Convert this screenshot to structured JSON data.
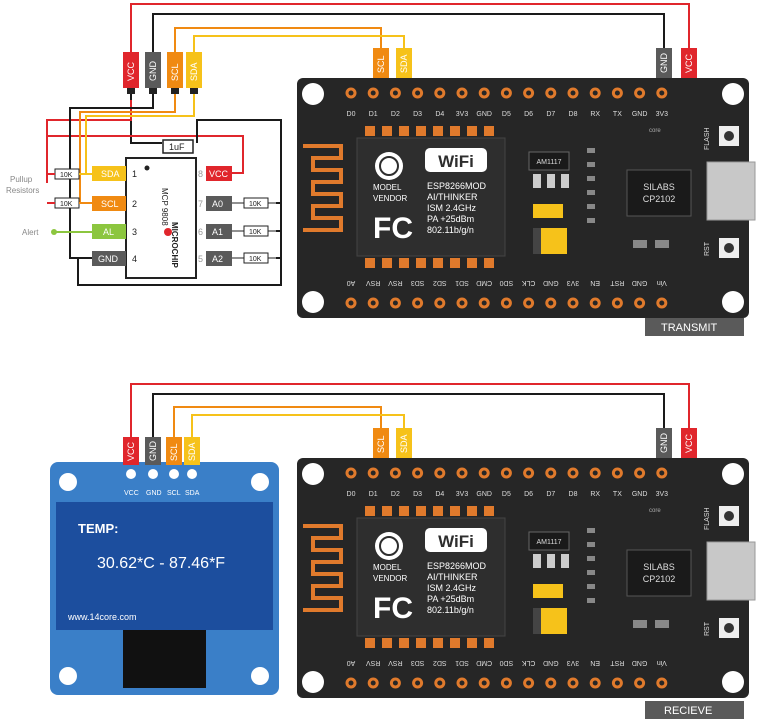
{
  "wire_labels": {
    "vcc": "VCC",
    "gnd": "GND",
    "scl": "SCL",
    "sda": "SDA"
  },
  "colors": {
    "vcc": "#e0262c",
    "gnd": "#1a1a1a",
    "scl": "#f08a12",
    "sda": "#f6c21a",
    "board": "#262626",
    "oled_frame": "#3a7fc8",
    "oled_screen": "#1c4e9e",
    "label_box": "#5a5a5a"
  },
  "nodemcu": {
    "top_pins": [
      "D0",
      "D1",
      "D2",
      "D3",
      "D4",
      "3V3",
      "GND",
      "D5",
      "D6",
      "D7",
      "D8",
      "RX",
      "TX",
      "GND",
      "3V3"
    ],
    "bottom_pins": [
      "A0",
      "RSV",
      "RSV",
      "SD3",
      "SD2",
      "SD1",
      "CMD",
      "SD0",
      "CLK",
      "GND",
      "3V3",
      "EN",
      "RST",
      "GND",
      "Vin"
    ],
    "wifi": "WiFi",
    "module_model": "MODEL",
    "module_vendor": "VENDOR",
    "fcc": "FC",
    "module_lines": [
      "ESP8266MOD",
      "AI/THINKER",
      "ISM 2.4GHz",
      "PA +25dBm",
      "802.11b/g/n"
    ],
    "regulator": "AM1117",
    "usb_chip_1": "SILABS",
    "usb_chip_2": "CP2102",
    "flash": "FLASH",
    "rst": "RST",
    "logo": "core"
  },
  "transmit_label": "TRANSMIT",
  "receive_label": "RECIEVE",
  "sensor": {
    "chip_name": "MCP 9808",
    "brand": "MICROCHIP",
    "capacitor": "1uF",
    "left_pins": [
      {
        "num": "1",
        "label": "SDA"
      },
      {
        "num": "2",
        "label": "SCL"
      },
      {
        "num": "3",
        "label": "AL"
      },
      {
        "num": "4",
        "label": "GND"
      }
    ],
    "right_pins": [
      {
        "num": "8",
        "label": "VCC"
      },
      {
        "num": "7",
        "label": "A0"
      },
      {
        "num": "6",
        "label": "A1"
      },
      {
        "num": "5",
        "label": "A2"
      }
    ],
    "resistor": "10K",
    "pullup_label_1": "Pullup",
    "pullup_label_2": "Resistors",
    "alert_label": "Alert"
  },
  "oled": {
    "pins": [
      "VCC",
      "GND",
      "SCL",
      "SDA"
    ],
    "temp_label": "TEMP:",
    "temp_value": "30.62*C - 87.46*F",
    "website": "www.14core.com"
  }
}
